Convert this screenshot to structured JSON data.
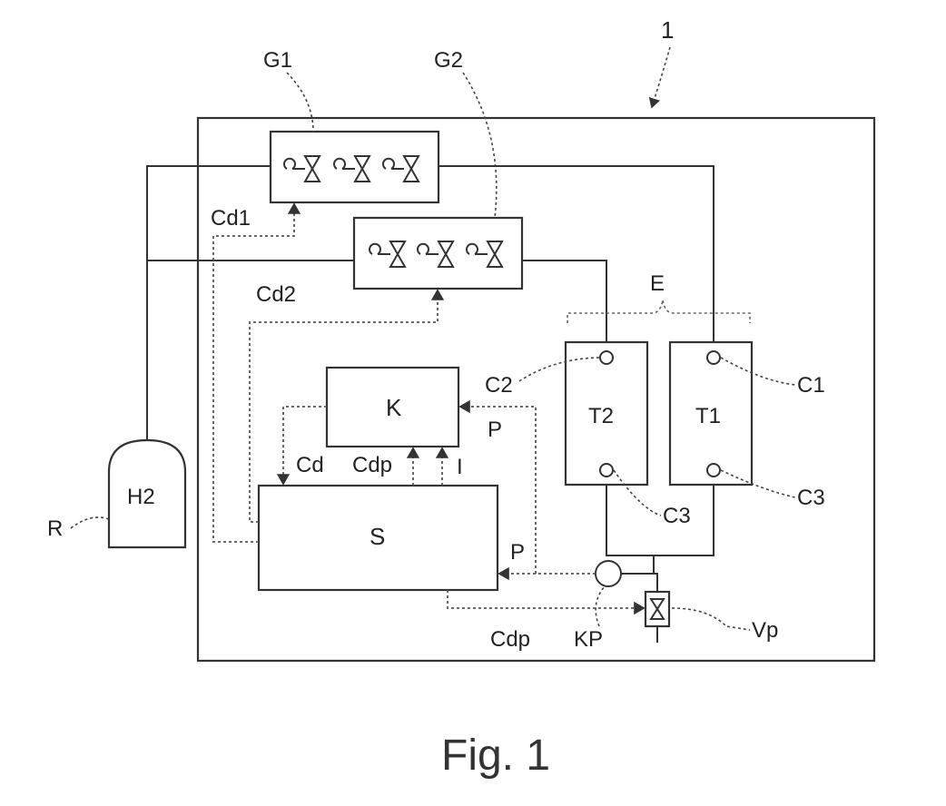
{
  "figure": {
    "caption": "Fig. 1",
    "system_ref": "1"
  },
  "labels": {
    "g1": "G1",
    "g2": "G2",
    "cd1": "Cd1",
    "cd2": "Cd2",
    "cd": "Cd",
    "cdp_top": "Cdp",
    "i": "I",
    "p_top": "P",
    "p_bottom": "P",
    "cdp_bottom": "Cdp",
    "k": "K",
    "s": "S",
    "e": "E",
    "t1": "T1",
    "t2": "T2",
    "c1": "C1",
    "c2": "C2",
    "c3_right": "C3",
    "c3_left": "C3",
    "h2": "H2",
    "r": "R",
    "kp": "KP",
    "vp": "Vp"
  }
}
